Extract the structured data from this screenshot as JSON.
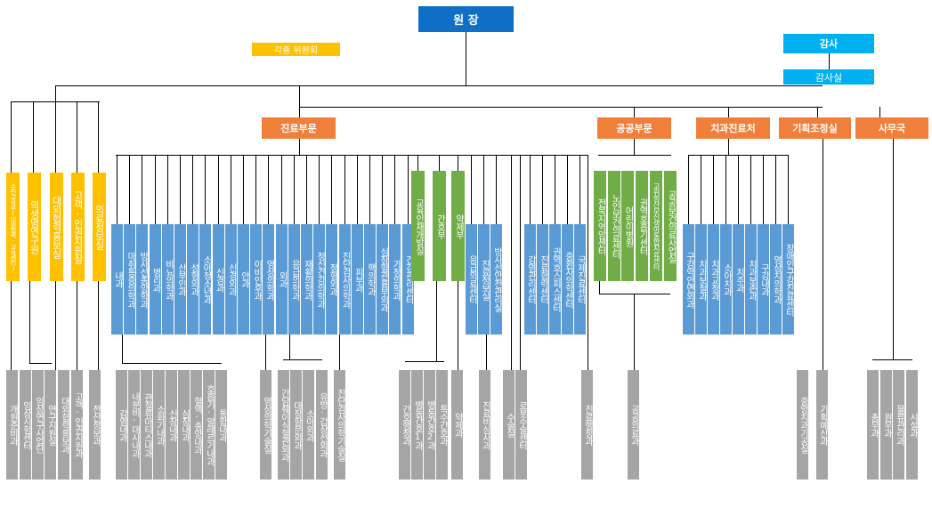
{
  "director": "원 장",
  "auditor": "감사",
  "audit_office": "감사실",
  "committees": "각종 위원회",
  "divisions": {
    "medical": "진료부문",
    "public": "공공부문",
    "dental": "치과진료처",
    "planning": "기획조정실",
    "admin": "사무국"
  },
  "staff_units": [
    "수련교육부(대외협력·교육센터)",
    "의생명연구원",
    "대외협력홍보실",
    "고객·인권지원실",
    "의료정보실"
  ],
  "medical_departments": [
    "내과",
    "마취통증의학과",
    "방사선종양학과",
    "병리과",
    "비뇨의학과",
    "산부인과",
    "성형외과",
    "소아청소년과",
    "신경과",
    "신경외과",
    "안과",
    "이비인후과",
    "영상의학과",
    "외과",
    "응급의학과",
    "재활의학과",
    "정신건강의학과",
    "정형외과",
    "진단검사의학과",
    "피부과",
    "핵의학과",
    "심장혈관흉부외과",
    "가정의학과",
    "건강관리센터"
  ],
  "medical_special": [
    "교육인재개발실",
    "간호부",
    "약제부"
  ],
  "medical_centers": [
    "응급의료센터",
    "진료정보실",
    "방사선안전관리실",
    "감염관리센터",
    "진료협력센터",
    "권역호스피스센터",
    "중환자의학센터",
    "국제진료센터"
  ],
  "public_centers": [
    "전북지역암센터",
    "노인보건의료센터",
    "어린이병원",
    "권역호흡기센터",
    "고위험산모신생아통합치료센터",
    "공공보건의료사업실"
  ],
  "dental_units": [
    "구강악안면외과",
    "치과보철과",
    "치과교정과",
    "소아치과",
    "치주과",
    "치과보존과",
    "구강내과",
    "영상치의학과",
    "장애인구강진료센터"
  ],
  "sub_units": {
    "staff": [
      "개원준비과",
      "임상시험센터",
      "임상연구사업단",
      "연구지원실",
      "대외협력홍보과",
      "고객·인권지원과",
      "전산정보과"
    ],
    "medical": [
      "감염내과",
      "내분비·대사내과",
      "관절류마티스내과",
      "소화기내과",
      "신장내과",
      "심장내과",
      "혈액·종양내과",
      "호흡기·알레르기내과",
      "통합내과"
    ],
    "radiology": [
      "영상의학기술실"
    ],
    "surgery": [
      "간담췌이식혈관외과",
      "대장항문외과",
      "소아외과",
      "유방·갑상선외과"
    ],
    "labmed": [
      "진단검사의학기술실"
    ],
    "nursing": [
      "간호행정과",
      "병동간호1과",
      "병동간호2과",
      "특수간호과"
    ],
    "pharmacy": [
      "약제과"
    ],
    "records": [
      "진료비심사과"
    ],
    "surgery_rooms": [
      "수술실",
      "로봇수술센터"
    ],
    "admin_med": [
      "진료행정과"
    ],
    "public_med": [
      "공공의료과"
    ],
    "dental_lab": [
      "중앙치과기공실"
    ],
    "planning": [
      "기획예산과"
    ],
    "admin": [
      "총무과",
      "원무과",
      "물류관리과",
      "시설과"
    ]
  }
}
